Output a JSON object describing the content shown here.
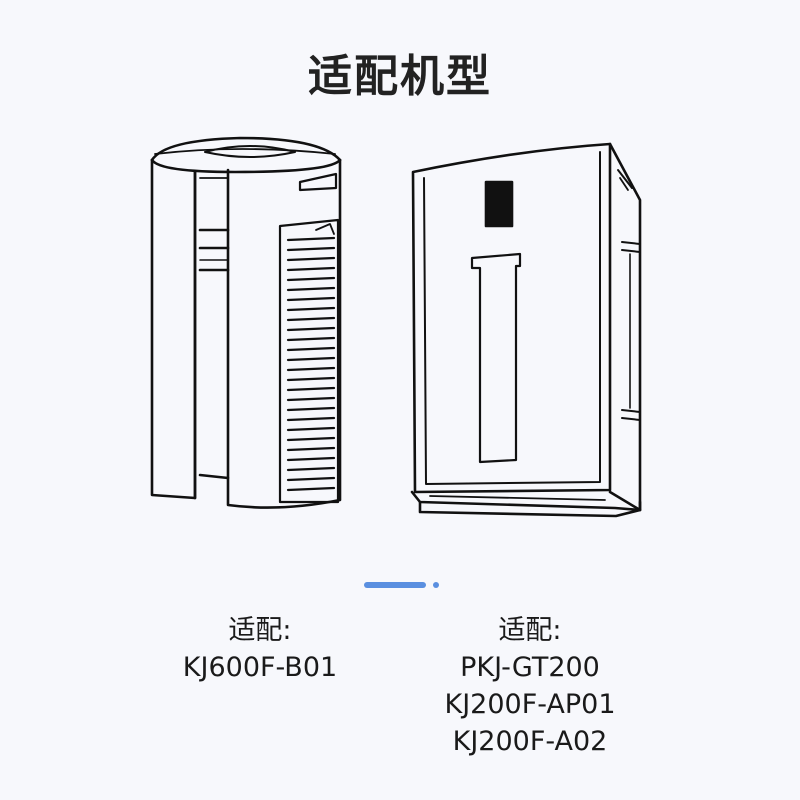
{
  "page": {
    "title": "适配机型"
  },
  "colors": {
    "background": "#f7f8fc",
    "line_art": "#111111",
    "indicator": "#5a8fe0"
  },
  "products": [
    {
      "image_name": "tower-air-purifier-drawing",
      "label": "适配:",
      "models": [
        "KJ600F-B01"
      ]
    },
    {
      "image_name": "box-air-purifier-drawing",
      "label": "适配:",
      "models": [
        "PKJ-GT200",
        "KJ200F-AP01",
        "KJ200F-A02"
      ]
    }
  ],
  "pager": {
    "total": 2,
    "active": 1
  }
}
